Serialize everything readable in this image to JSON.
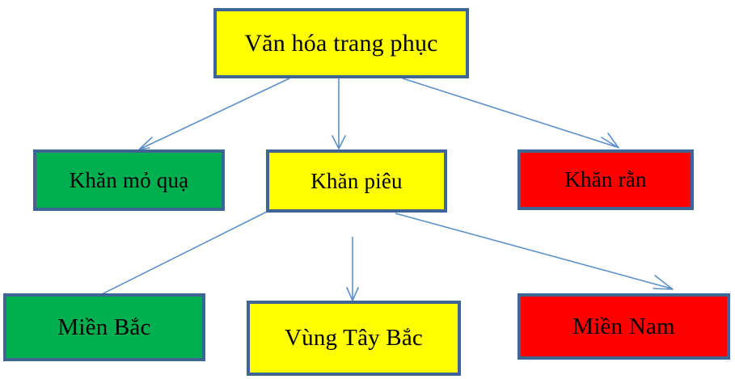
{
  "diagram": {
    "title_node": "Văn hóa trang phục",
    "background_color": "#FFFFFF",
    "border_color": "#3F6595",
    "connector_color": "#5B8FC9",
    "palette": {
      "yellow": "#FFFF00",
      "green": "#00B050",
      "red": "#FF0000"
    },
    "nodes": [
      {
        "id": "root",
        "label": "Văn hóa trang phục",
        "color": "yellow"
      },
      {
        "id": "khan-mo-qua",
        "label": "Khăn mỏ quạ",
        "color": "green"
      },
      {
        "id": "khan-pieu",
        "label": "Khăn piêu",
        "color": "yellow"
      },
      {
        "id": "khan-ran",
        "label": "Khăn rằn",
        "color": "red"
      },
      {
        "id": "mien-bac",
        "label": "Miền Bắc",
        "color": "green"
      },
      {
        "id": "vung-tay-bac",
        "label": "Vùng Tây Bắc",
        "color": "yellow"
      },
      {
        "id": "mien-nam",
        "label": "Miền Nam",
        "color": "red"
      }
    ],
    "edges": [
      {
        "from": "root",
        "to": "khan-mo-qua",
        "arrowhead": true
      },
      {
        "from": "root",
        "to": "khan-pieu",
        "arrowhead": true
      },
      {
        "from": "root",
        "to": "khan-ran",
        "arrowhead": true
      },
      {
        "from": "khan-pieu",
        "to": "mien-bac",
        "arrowhead": false
      },
      {
        "from": "khan-pieu",
        "to": "vung-tay-bac",
        "arrowhead": true
      },
      {
        "from": "khan-pieu",
        "to": "mien-nam",
        "arrowhead": true
      }
    ]
  }
}
